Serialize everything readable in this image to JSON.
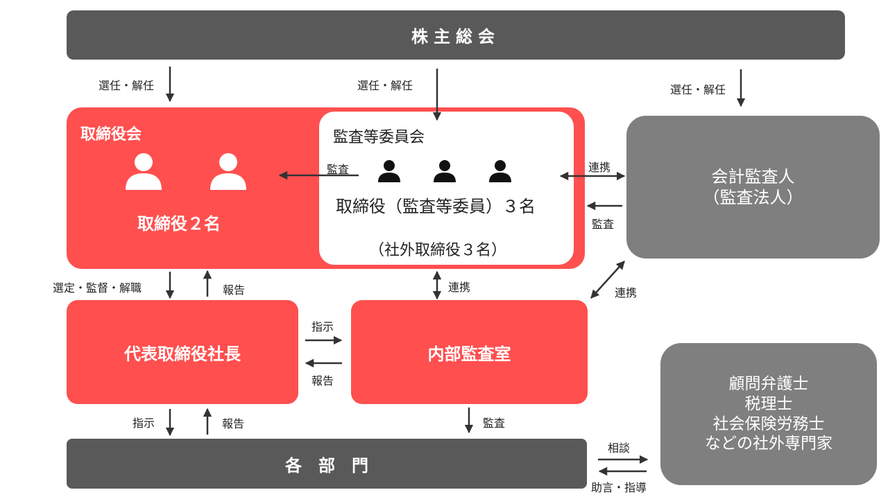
{
  "diagram": {
    "shareholders": "株主総会",
    "board": {
      "title": "取締役会",
      "members": "取締役２名"
    },
    "audit_committee": {
      "title": "監査等委員会",
      "members": "取締役（監査等委員）３名",
      "note": "（社外取締役３名）"
    },
    "auditor": {
      "line1": "会計監査人",
      "line2": "（監査法人）"
    },
    "president": "代表取締役社長",
    "internal_audit": "内部監査室",
    "departments": "各　部　門",
    "experts": {
      "line1": "顧問弁護士",
      "line2": "税理士",
      "line3": "社会保険労務士",
      "line4": "などの社外専門家"
    },
    "labels": {
      "elect_dismiss": "選任・解任",
      "audit": "監査",
      "cooperation": "連携",
      "appoint_supervise_dismiss": "選定・監督・解職",
      "report": "報告",
      "instruct": "指示",
      "consult": "相談",
      "advice_guidance": "助言・指導"
    },
    "colors": {
      "dark_box": "#595959",
      "grey_box": "#7f7f7f",
      "red_box": "#ff4f4f",
      "white": "#ffffff",
      "arrow": "#333333"
    },
    "icons": [
      "person-icon"
    ]
  }
}
